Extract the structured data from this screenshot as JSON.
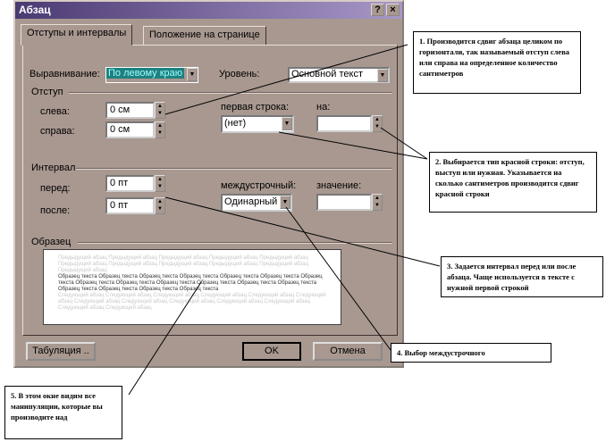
{
  "dialog": {
    "title": "Абзац",
    "help": "?",
    "close": "×"
  },
  "tabs": [
    {
      "label": "Отступы и интервалы"
    },
    {
      "label": "Положение на странице"
    }
  ],
  "alignment": {
    "label": "Выравнивание:",
    "value": "По левому краю"
  },
  "level": {
    "label": "Уровень:",
    "value": "Основной текст"
  },
  "indent": {
    "title": "Отступ",
    "left_label": "слева:",
    "left_value": "0 см",
    "right_label": "справа:",
    "right_value": "0 см",
    "first_line_label": "первая строка:",
    "first_line_value": "(нет)",
    "by_label": "на:",
    "by_value": ""
  },
  "spacing": {
    "title": "Интервал",
    "before_label": "перед:",
    "before_value": "0 пт",
    "after_label": "после:",
    "after_value": "0 пт",
    "line_label": "междустрочный:",
    "line_value": "Одинарный",
    "at_label": "значение:",
    "at_value": ""
  },
  "sample": {
    "title": "Образец",
    "prev": "Предыдущий абзац Предыдущий абзац Предыдущий абзац Предыдущий абзац Предыдущий абзац Предыдущий абзац Предыдущий абзац Предыдущий абзац Предыдущий абзац Предыдущий абзац Предыдущий абзац",
    "text": "Образец текста Образец текста Образец текста Образец текста Образец текста Образец текста Образец текста Образец текста Образец текста Образец текста Образец текста Образец текста Образец текста Образец текста Образец текста Образец текста Образец текста",
    "next": "Следующий абзац Следующий абзац Следующий абзац Следующий абзац Следующий абзац Следующий абзац Следующий абзац Следующий абзац Следующий абзац Следующий абзац Следующий абзац Следующий абзац Следующий абзац"
  },
  "buttons": {
    "tabs": "Табуляция ..",
    "ok": "OK",
    "cancel": "Отмена"
  },
  "callouts": [
    "1. Производится сдвиг абзаца целиком по горизонтали, так называемый отступ слева или справа на определенное количество сантиметров",
    "2. Выбирается тип красной строки: отступ, выступ или нужная. Указывается на сколько сантиметров производится сдвиг красной строки",
    "3. Задается интервал перед или после абзаца. Чаще используется в тексте с нужной первой строкой",
    "4. Выбор междустрочного",
    "5. В этом окне видим все манипуляции, которые вы производите над"
  ]
}
